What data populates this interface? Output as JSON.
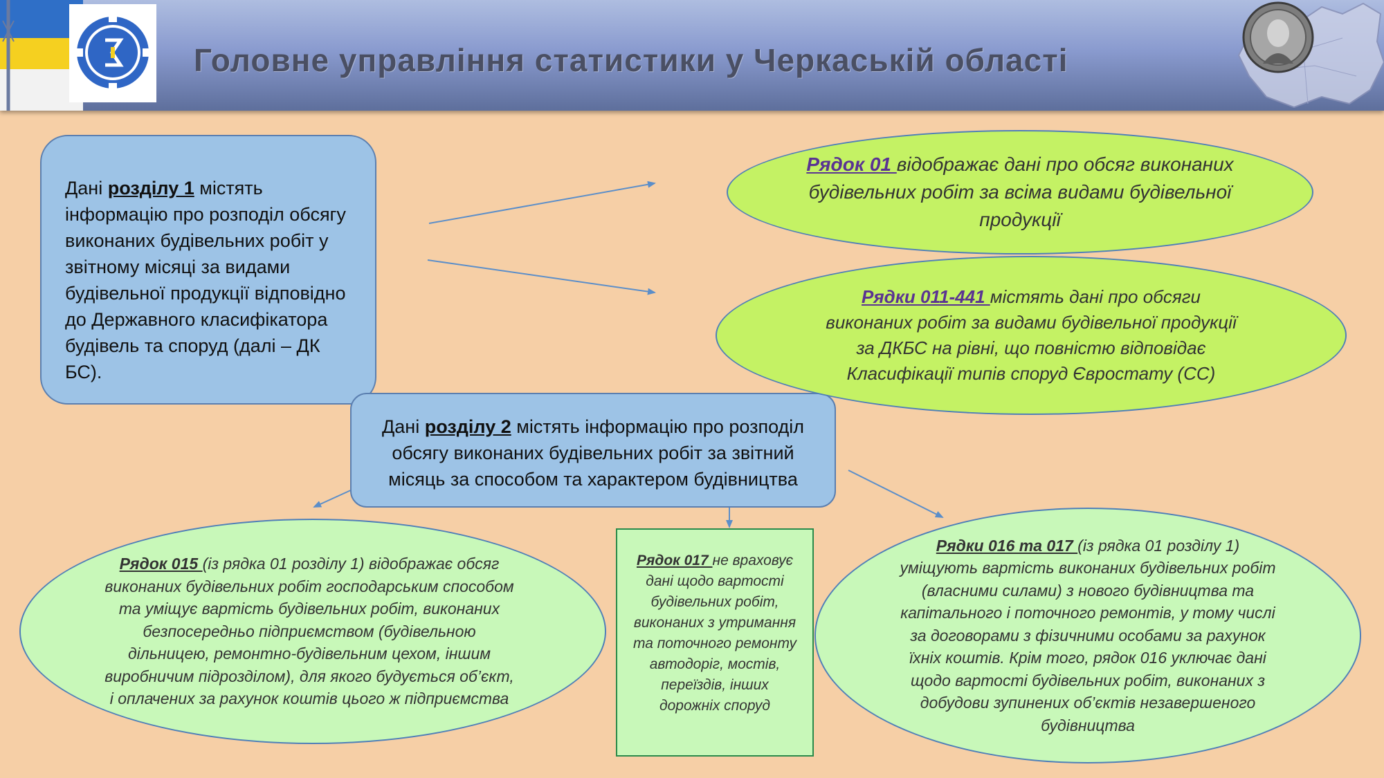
{
  "header": {
    "title": "Головне управління статистики у Черкаській області"
  },
  "section1": {
    "prefix": "Дані ",
    "keyword": "розділу 1",
    "text": " містять інформацію про розподіл обсягу виконаних будівельних робіт у звітному місяці за видами будівельної продукції відповідно до Державного класифікатора будівель та споруд (далі – ДК БС)."
  },
  "section2": {
    "prefix": "Дані ",
    "keyword": "розділу 2",
    "text": " містять інформацію про розподіл обсягу виконаних будівельних робіт за звітний місяць за способом та характером будівництва"
  },
  "row01": {
    "keyword": "Рядок 01 ",
    "text": "відображає дані про обсяг виконаних будівельних робіт за всіма видами будівельної продукції"
  },
  "rows011": {
    "keyword": "Рядки 011-441 ",
    "text": "містять дані про обсяги виконаних робіт за видами будівельної продукції за ДКБС на рівні, що повністю відповідає Класифікації типів споруд Євростату (СС)"
  },
  "row015": {
    "keyword": "Рядок 015 ",
    "text": "(із рядка 01 розділу 1) відображає обсяг виконаних будівельних робіт господарським способом та уміщує вартість будівельних робіт, виконаних безпосередньо підприємством (будівельною дільницею, ремонтно-будівельним цехом, іншим виробничим підрозділом), для якого будується об’єкт, і оплачених за рахунок коштів цього ж підприємства"
  },
  "row017": {
    "keyword": "Рядок 017 ",
    "text": "не враховує дані щодо вартості будівельних робіт, виконаних з утримання та поточного ремонту автодоріг, мостів, переїздів, інших дорожніх споруд"
  },
  "rows016": {
    "keyword": "Рядки 016 та 017 ",
    "text": "(із рядка 01 розділу 1) уміщують вартість виконаних будівельних робіт (власними силами) з нового будівництва та капітального і поточного ремонтів, у тому числі за договорами з фізичними особами за рахунок їхніх коштів. Крім того, рядок 016 уключає дані щодо вартості будівельних робіт, виконаних з добудови зупинених об’єктів незавершеного будівництва"
  },
  "colors": {
    "background": "#f6cfa6",
    "rect_box": "#9dc3e6",
    "lime_ellipse": "#c4f264",
    "mint_ellipse": "#c8f8b9",
    "arrow": "#5b8ec9",
    "keyword_purple": "#5a3392"
  },
  "icons": [
    "ukraine-flag-icon",
    "statistics-emblem-icon",
    "medal-portrait-icon",
    "cherkasy-map-icon"
  ]
}
